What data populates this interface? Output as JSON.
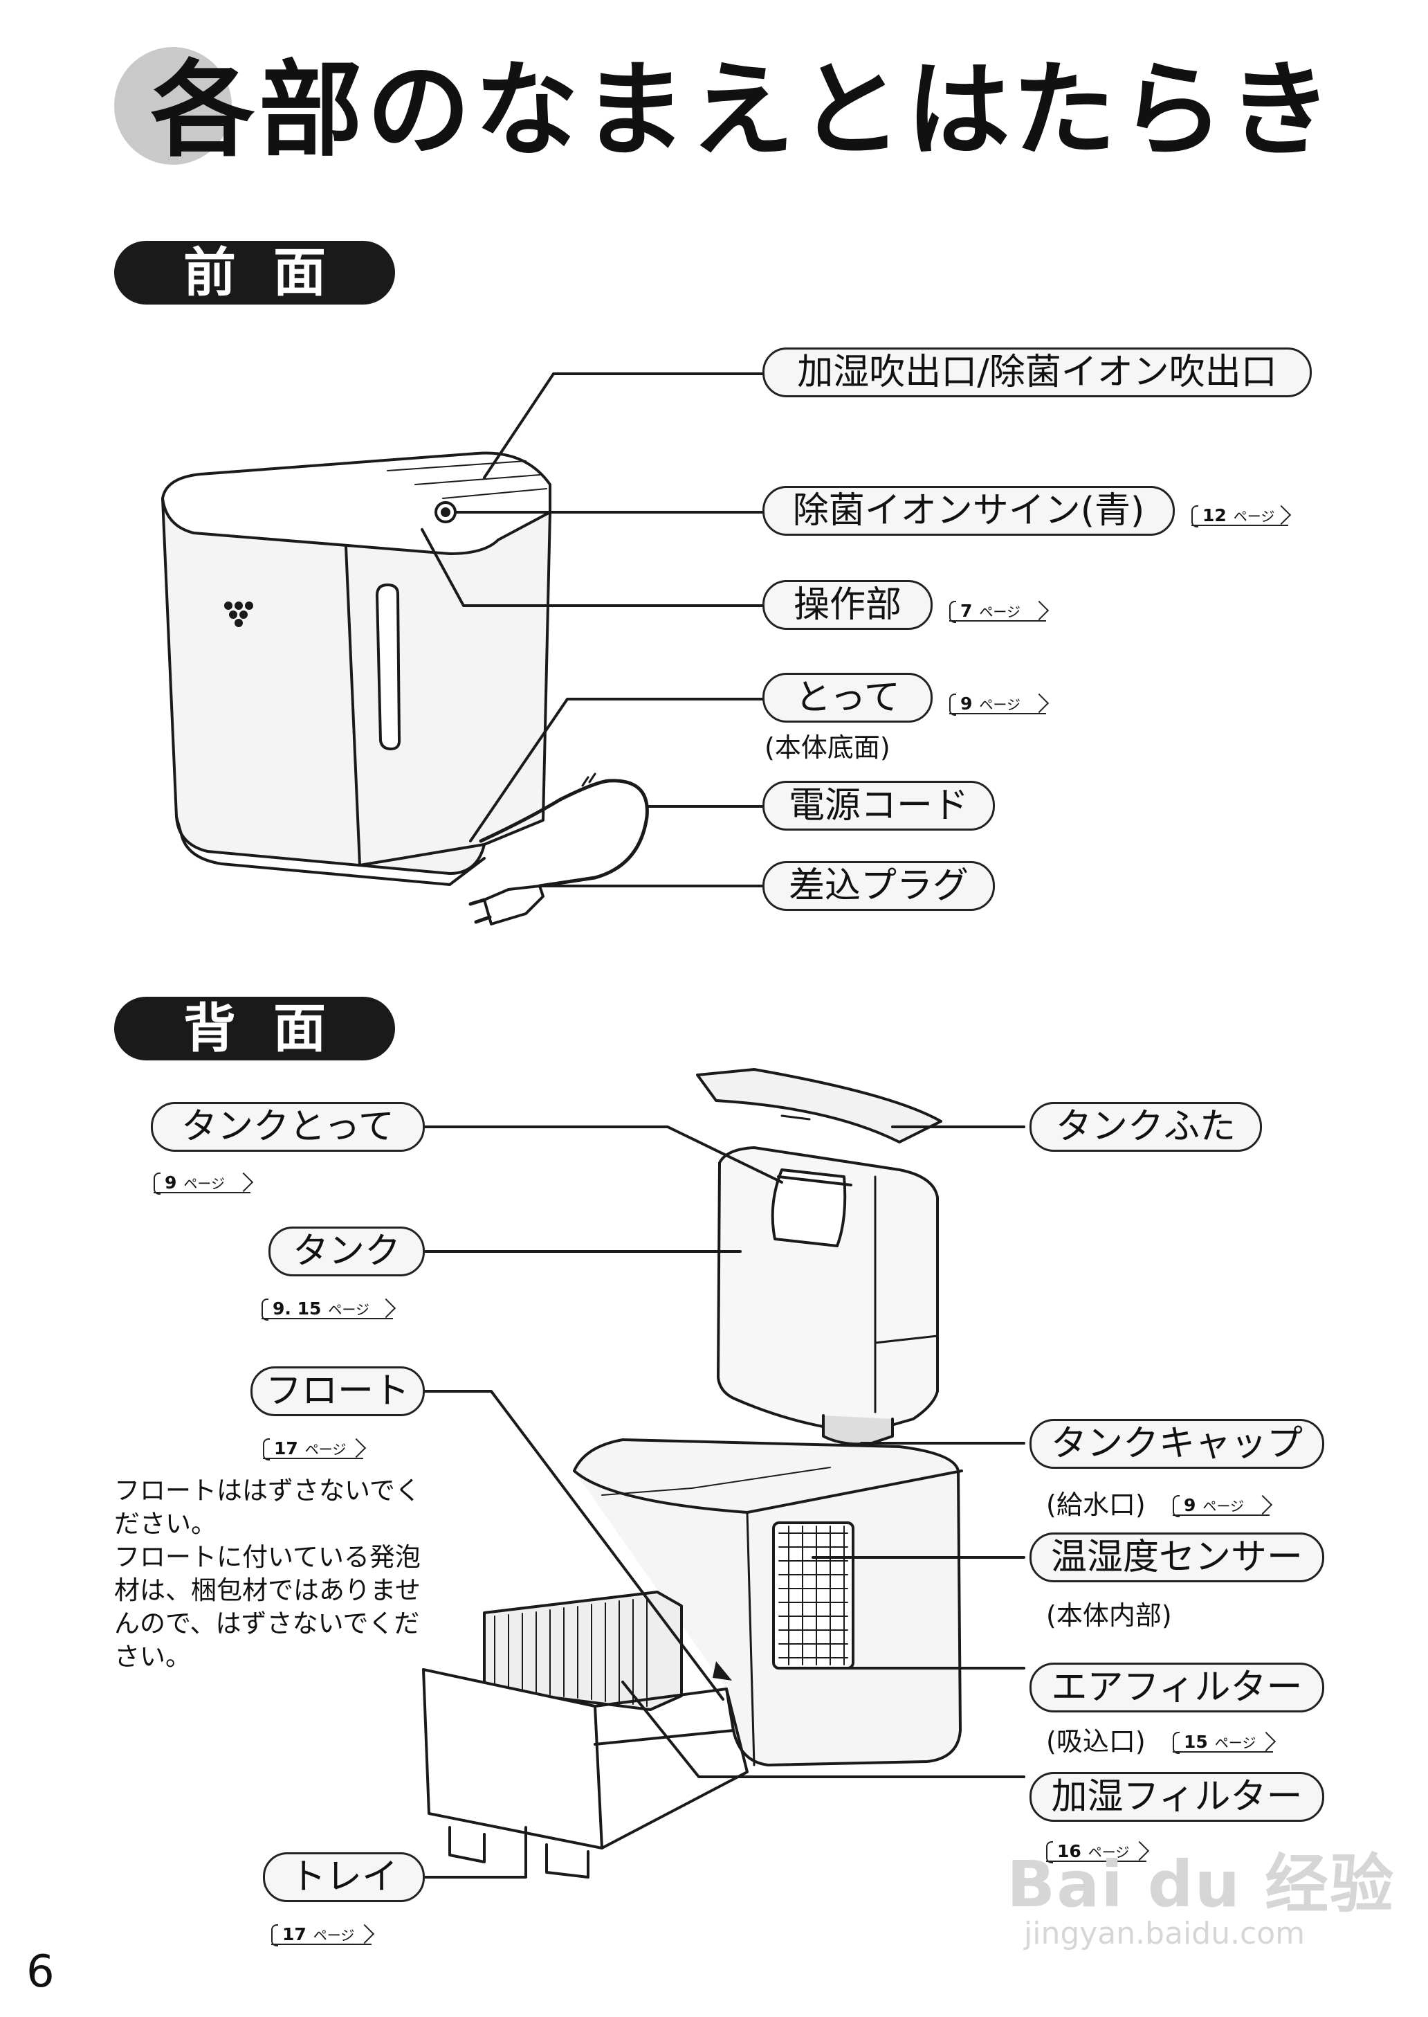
{
  "page": {
    "title": "各部のなまえとはたらき",
    "page_number": "6"
  },
  "front": {
    "heading": "前面",
    "labels": {
      "outlet": "加湿吹出口/除菌イオン吹出口",
      "ion_sign": "除菌イオンサイン(青)",
      "control": "操作部",
      "handle": "とって",
      "handle_note": "(本体底面)",
      "cord": "電源コード",
      "plug": "差込プラグ"
    },
    "refs": {
      "ion_sign": "12",
      "control": "7",
      "handle": "9"
    }
  },
  "back": {
    "heading": "背面",
    "labels": {
      "tank_handle": "タンクとって",
      "tank_lid": "タンクふた",
      "tank": "タンク",
      "float": "フロート",
      "tank_cap": "タンクキャップ",
      "tank_cap_note": "(給水口)",
      "sensor": "温湿度センサー",
      "sensor_note": "(本体内部)",
      "air_filter": "エアフィルター",
      "air_filter_note": "(吸込口)",
      "humid_filter": "加湿フィルター",
      "tray": "トレイ"
    },
    "refs": {
      "tank_handle": "9",
      "tank": "9. 15",
      "float": "17",
      "tank_cap": "9",
      "air_filter": "15",
      "humid_filter": "16",
      "tray": "17"
    },
    "float_note": "フロートははずさないでください。\nフロートに付いている発泡材は、梱包材ではありませんので、はずさないでください。"
  },
  "ref_suffix": "ページ",
  "watermark": {
    "brand": "Bai du 经验",
    "url": "jingyan.baidu.com"
  }
}
